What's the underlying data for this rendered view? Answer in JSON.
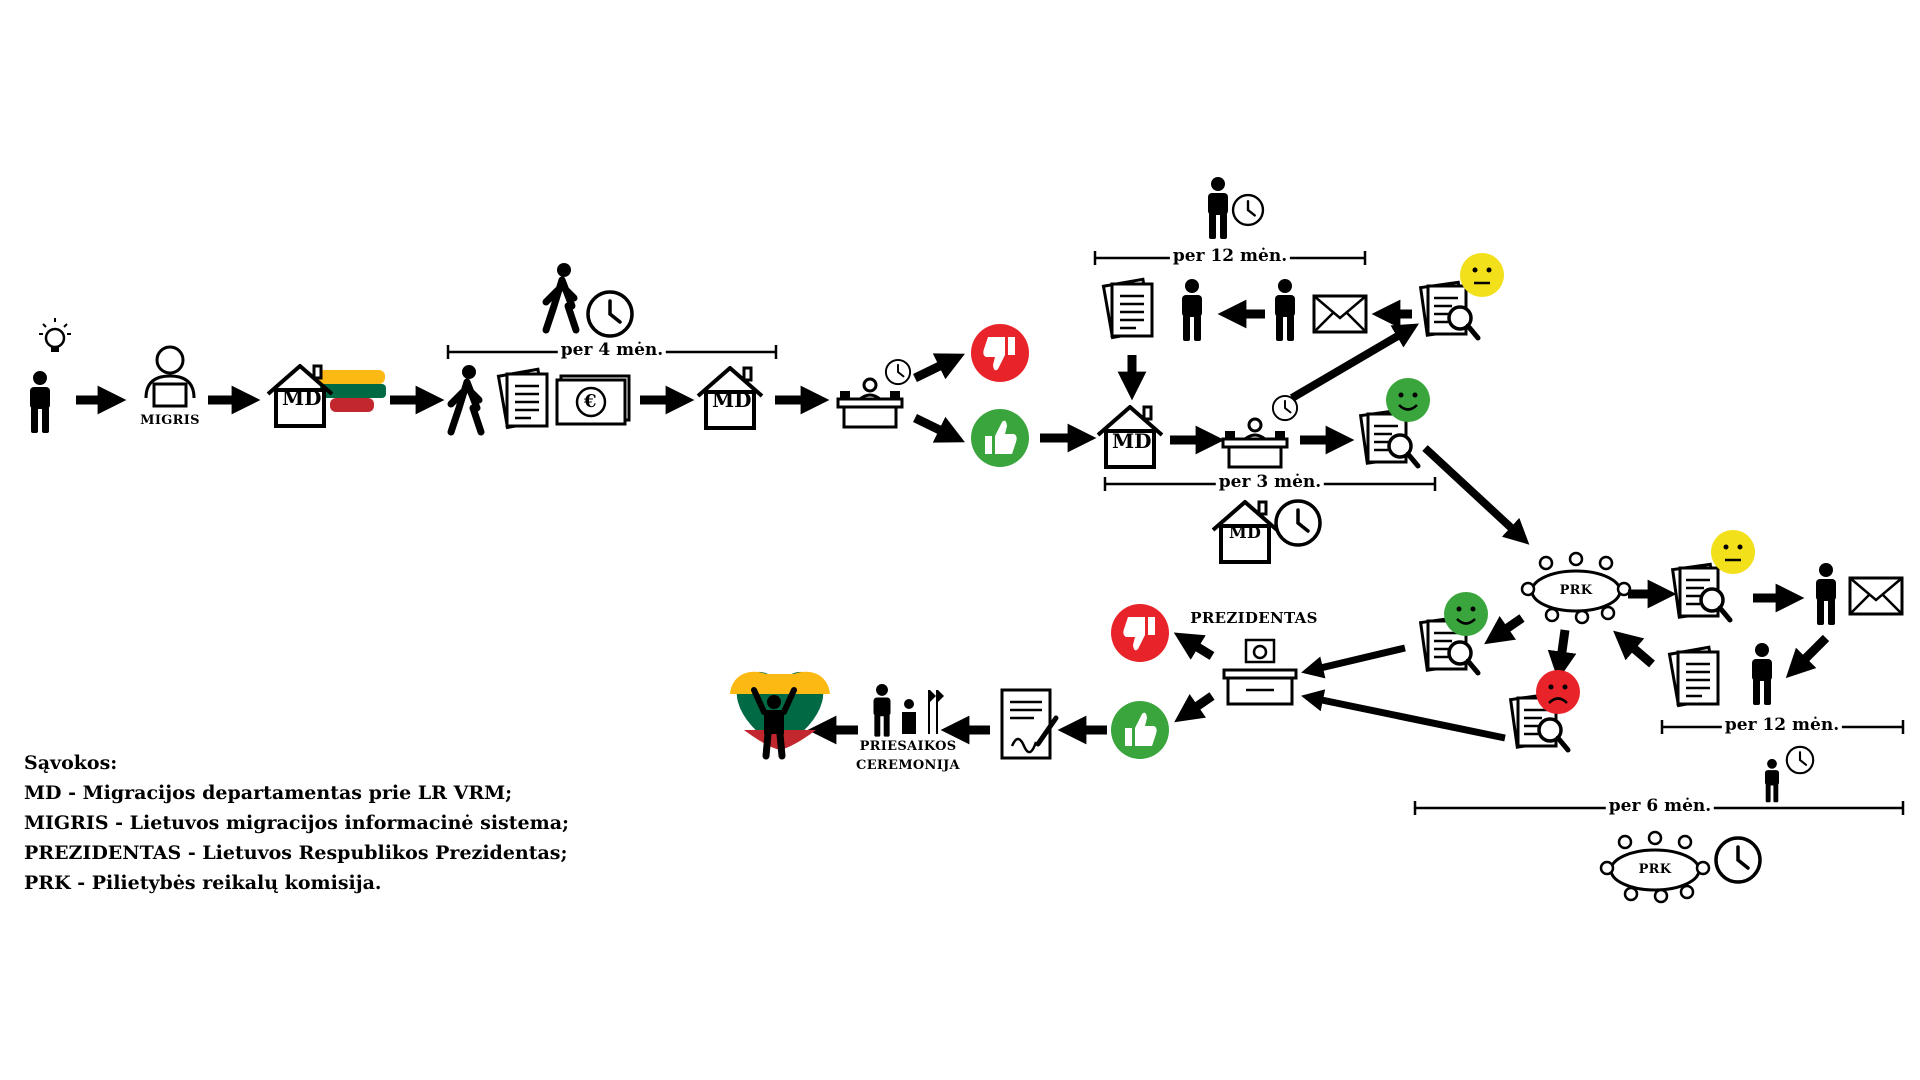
{
  "labels": {
    "migris": "MIGRIS",
    "md": "MD",
    "prk": "PRK",
    "per_4_men": "per 4 mėn.",
    "per_12_men_top": "per 12 mėn.",
    "per_3_men": "per 3 mėn.",
    "per_12_men_right": "per 12 mėn.",
    "per_6_men": "per 6 mėn.",
    "prezidentas": "PREZIDENTAS",
    "priesaikos": "PRIESAIKOS",
    "ceremonija": "CEREMONIJA",
    "euro": "€"
  },
  "legend": {
    "title": "Sąvokos:",
    "items": [
      "MD - Migracijos departamentas prie LR VRM;",
      "MIGRIS - Lietuvos migracijos informacinė sistema;",
      "PREZIDENTAS - Lietuvos Respublikos Prezidentas;",
      "PRK - Pilietybės reikalų komisija."
    ]
  },
  "colors": {
    "approve": "#3aa53c",
    "reject": "#e8242a",
    "neutral_face": "#f2e01a",
    "happy_face": "#3aa53c",
    "sad_face": "#e8242a",
    "flag_yellow": "#fdb913",
    "flag_green": "#006a44",
    "flag_red": "#c1272d"
  }
}
